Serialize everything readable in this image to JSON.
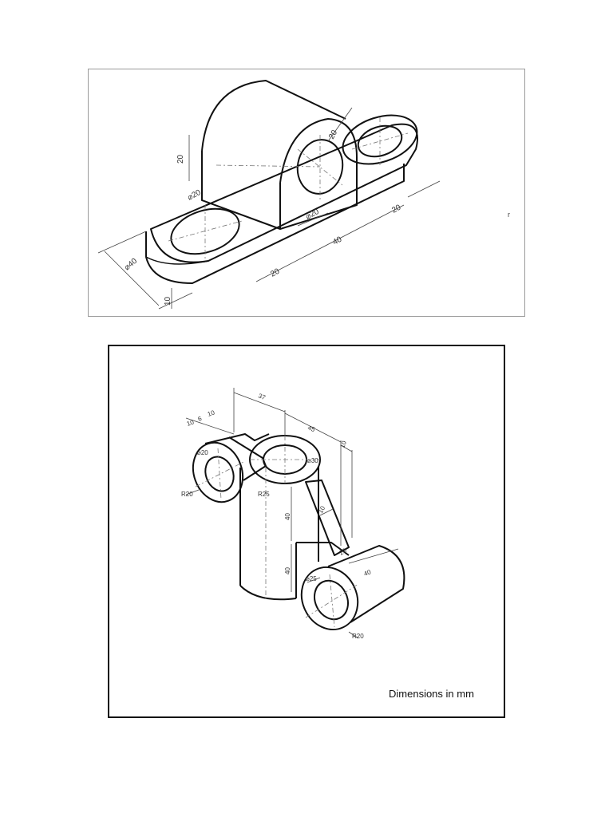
{
  "drawing_1": {
    "dimensions": [
      "20",
      "⌀20",
      "⌀20",
      "20",
      "20",
      "40",
      "20",
      "⌀40",
      "10"
    ]
  },
  "drawing_2": {
    "dimensions": [
      "37",
      "10",
      "6",
      "10",
      "45",
      "10",
      "⌀20",
      "⌀30",
      "R20",
      "R25",
      "40",
      "10",
      "20",
      "40",
      "⌀25",
      "40",
      "R20"
    ],
    "caption": "Dimensions in mm"
  },
  "stray_mark": "r"
}
